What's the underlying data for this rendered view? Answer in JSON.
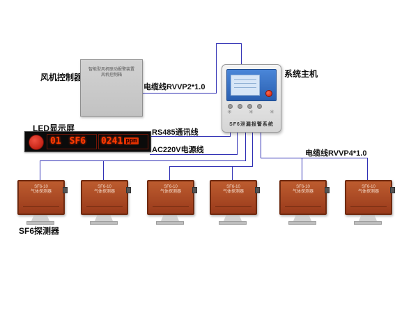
{
  "labels": {
    "fan_controller": "风机控制器",
    "system_host": "系统主机",
    "led_display": "LED显示屏",
    "sf6_detector": "SF6探测器",
    "cable_rvvp2": "电缆线RVVP2*1.0",
    "rs485": "RS485通讯线",
    "ac220v": "AC220V电源线",
    "cable_rvvp4": "电缆线RVVP4*1.0"
  },
  "fanbox": {
    "line1": "智能型风机联动报警装置",
    "line2": "风机控制箱"
  },
  "host": {
    "device_name": "SF6泄漏报警系统"
  },
  "led": {
    "channel": "01",
    "gas": "SF6",
    "value": "0241",
    "unit": "ppm"
  },
  "detectors": [
    {
      "model": "SF6-10",
      "name": "气体探测器"
    },
    {
      "model": "SF6-10",
      "name": "气体探测器"
    },
    {
      "model": "SF6-10",
      "name": "气体探测器"
    },
    {
      "model": "SF6-10",
      "name": "气体探测器"
    },
    {
      "model": "SF6-10",
      "name": "气体探测器"
    },
    {
      "model": "SF6-10",
      "name": "气体探测器"
    }
  ],
  "colors": {
    "wire": "#2f2fb4",
    "detector": "#a8431f",
    "led_red": "#ff3b00",
    "screen_blue": "#2a5fb0"
  }
}
